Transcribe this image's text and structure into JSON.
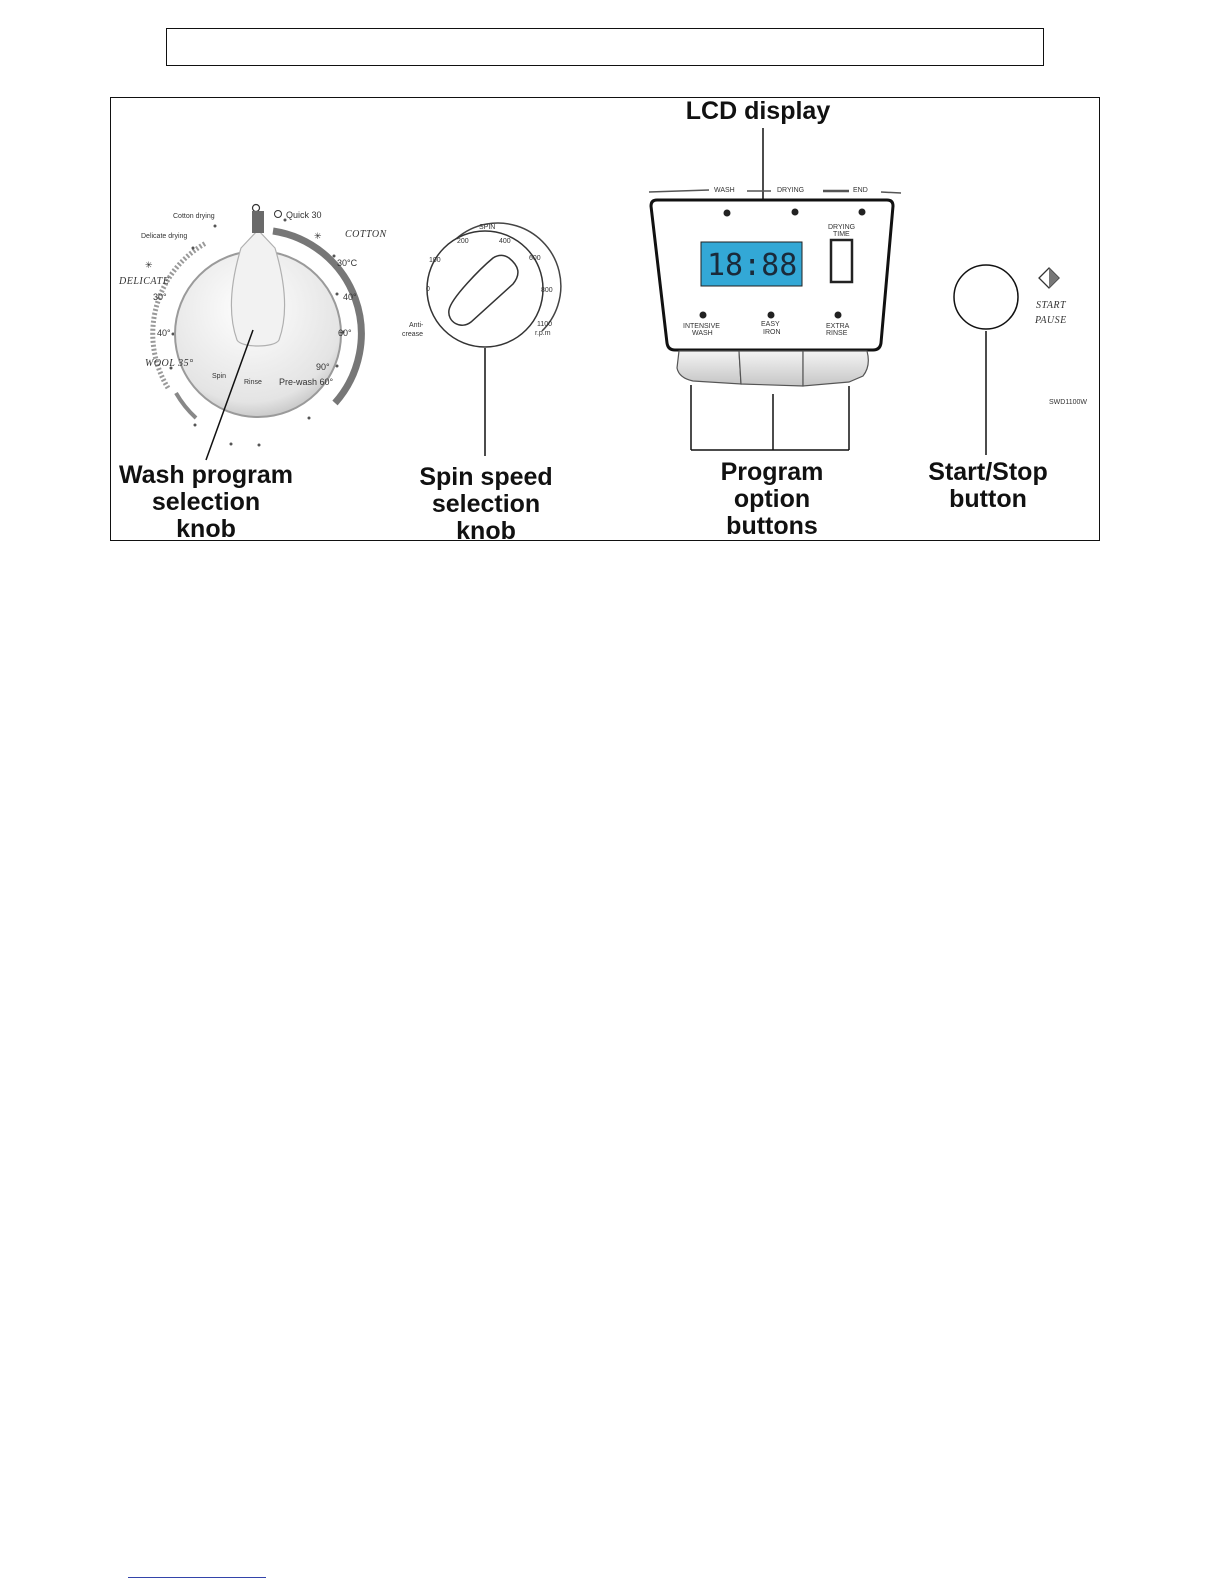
{
  "header": {
    "text": ""
  },
  "callouts": {
    "lcd_display": "LCD display",
    "wash_program": [
      "Wash program",
      "selection",
      "knob"
    ],
    "spin_speed": [
      "Spin speed",
      "selection",
      "knob"
    ],
    "program_options": [
      "Program",
      "option",
      "buttons"
    ],
    "start_stop": [
      "Start/Stop",
      "button"
    ]
  },
  "wash_knob": {
    "labels": {
      "quick30": "Quick 30",
      "cotton": "COTTON",
      "c30": "30°C",
      "c40": "40°",
      "c60": "60°",
      "c90": "90°",
      "prewash": "Pre-wash 60°",
      "rinse": "Rinse",
      "spin": "Spin",
      "wool": "WOOL 35°",
      "d40": "40°",
      "d30": "30°",
      "delicate": "DELICATE",
      "delicate_drying": "Delicate drying",
      "cotton_drying": "Cotton drying"
    }
  },
  "spin_knob": {
    "title": "SPIN",
    "labels": {
      "s200": "200",
      "s400": "400",
      "s100": "100",
      "s600": "600",
      "s0": "0",
      "s800": "800",
      "s1100": "1100",
      "rpm": "r.p.m",
      "anti1": "Anti-",
      "anti2": "crease"
    }
  },
  "console": {
    "phases": {
      "wash": "WASH",
      "drying": "DRYING",
      "end": "END"
    },
    "lcd_value": "18:88",
    "drying_time": [
      "DRYING",
      "TIME"
    ],
    "options": [
      {
        "line1": "INTENSIVE",
        "line2": "WASH"
      },
      {
        "line1": "EASY",
        "line2": "IRON"
      },
      {
        "line1": "EXTRA",
        "line2": "RINSE"
      }
    ]
  },
  "start_pause": {
    "start": "START",
    "pause": "PAUSE"
  },
  "model": "SWD1100W",
  "colors": {
    "lcd": "#33a8d6",
    "line": "#111111"
  }
}
